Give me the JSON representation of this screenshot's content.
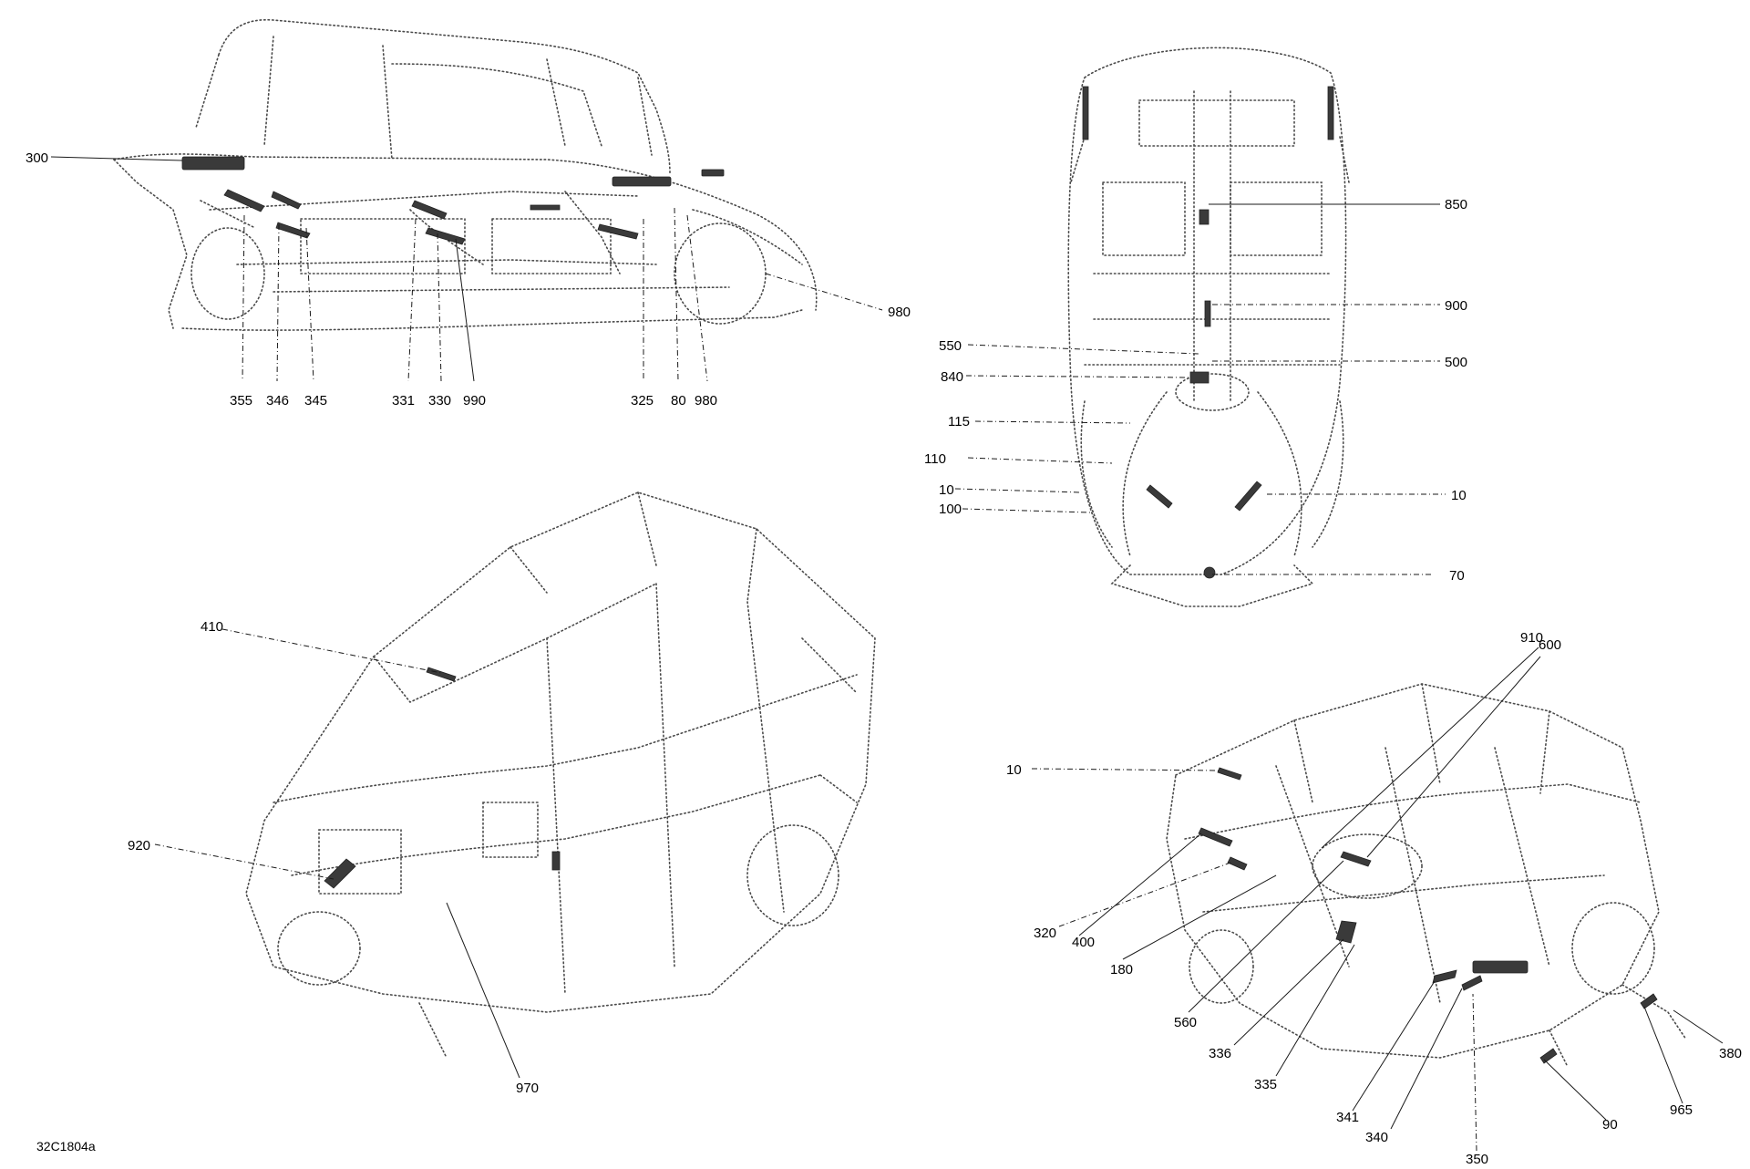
{
  "figure_id": "32C1804a",
  "views": [
    {
      "name": "side-view",
      "callouts": [
        "300",
        "980",
        "355",
        "346",
        "345",
        "331",
        "330",
        "990",
        "325",
        "80",
        "980"
      ]
    },
    {
      "name": "top-view",
      "callouts": [
        "850",
        "900",
        "550",
        "500",
        "840",
        "115",
        "110",
        "10",
        "10",
        "100",
        "70"
      ]
    },
    {
      "name": "rear-iso-view",
      "callouts": [
        "410",
        "920",
        "970"
      ]
    },
    {
      "name": "front-iso-view",
      "callouts": [
        "910",
        "600",
        "10",
        "320",
        "400",
        "180",
        "560",
        "336",
        "335",
        "341",
        "340",
        "350",
        "90",
        "965",
        "380"
      ]
    }
  ]
}
